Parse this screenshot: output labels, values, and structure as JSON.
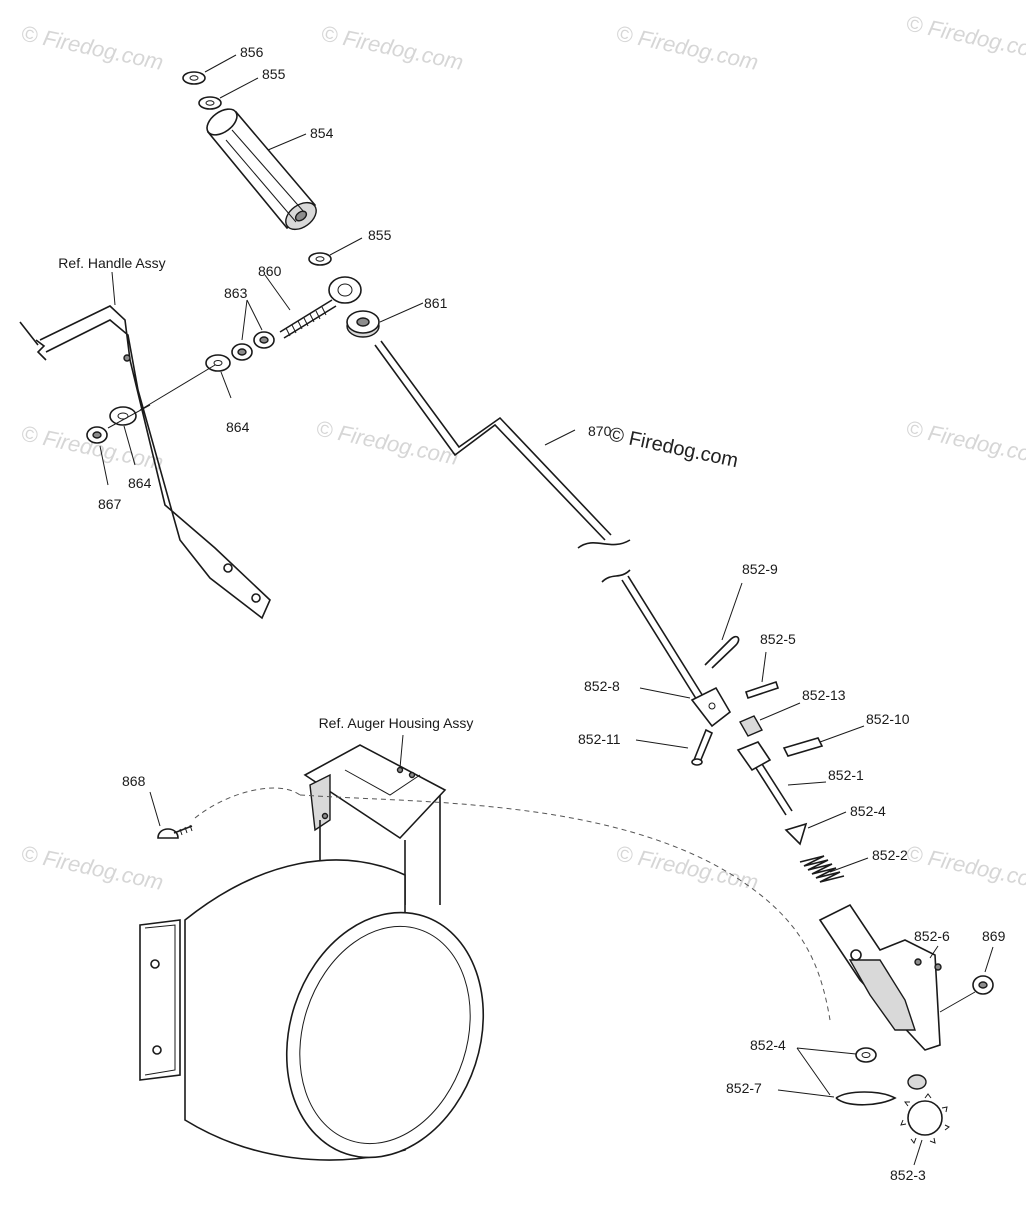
{
  "watermark_main": "© Firedog.com",
  "watermark_tile": "© Firedog.com",
  "references": {
    "handle": "Ref. Handle Assy",
    "auger_housing": "Ref. Auger Housing Assy"
  },
  "labels": {
    "p856": "856",
    "p855a": "855",
    "p854": "854",
    "p855b": "855",
    "p860": "860",
    "p863": "863",
    "p861": "861",
    "p864a": "864",
    "p864b": "864",
    "p867": "867",
    "p870": "870",
    "p852_9": "852-9",
    "p852_5": "852-5",
    "p852_8": "852-8",
    "p852_13": "852-13",
    "p852_10": "852-10",
    "p852_11": "852-11",
    "p852_1": "852-1",
    "p852_4a": "852-4",
    "p852_2": "852-2",
    "p868": "868",
    "p852_6": "852-6",
    "p869": "869",
    "p852_4b": "852-4",
    "p852_7": "852-7",
    "p852_3": "852-3"
  }
}
